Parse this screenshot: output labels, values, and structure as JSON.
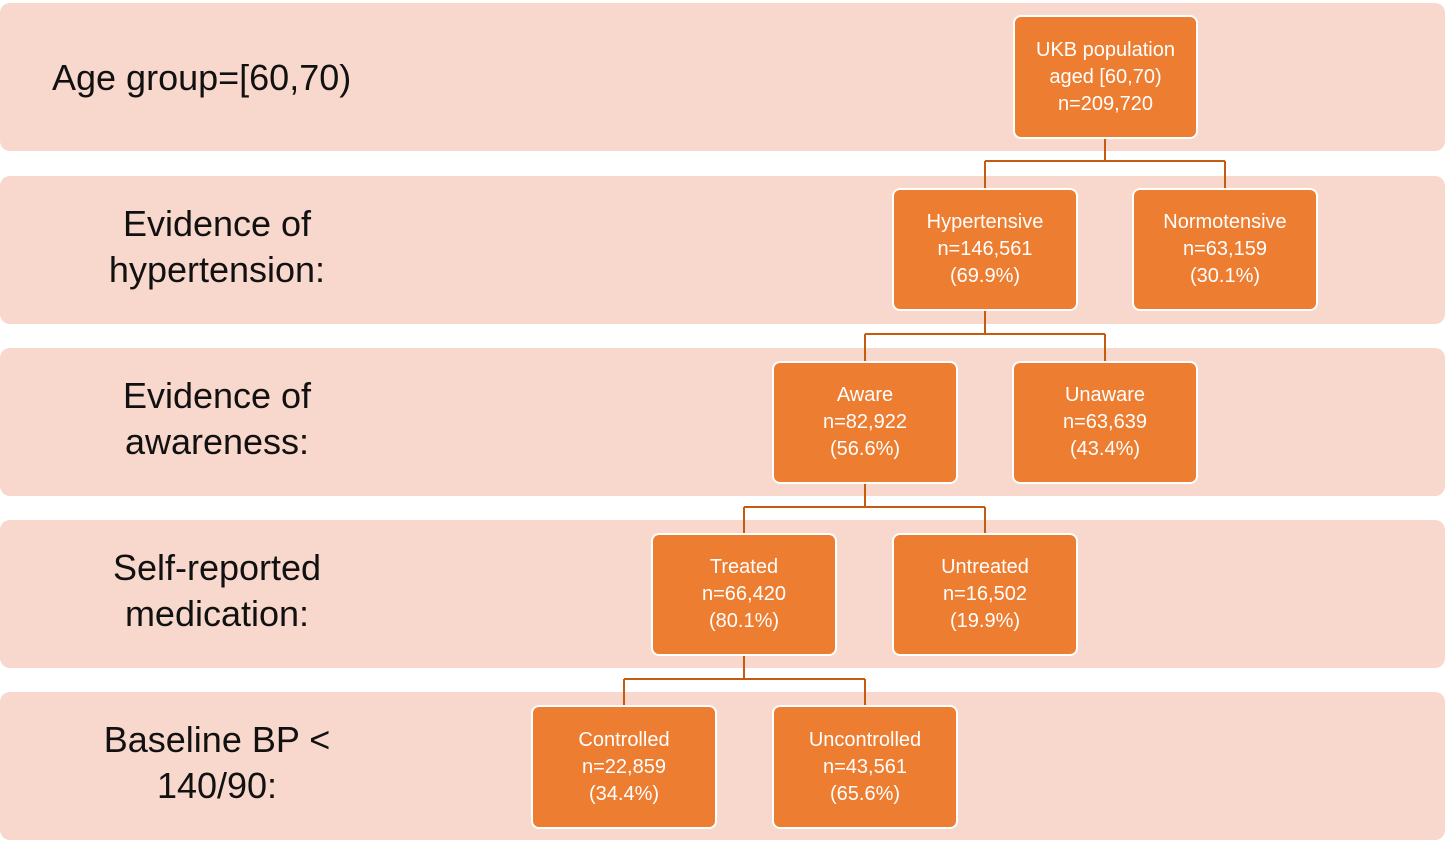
{
  "levels": [
    {
      "label_line1": "Age group=[60,70)",
      "label_line2": ""
    },
    {
      "label_line1": "Evidence of",
      "label_line2": "hypertension:"
    },
    {
      "label_line1": "Evidence of",
      "label_line2": "awareness:"
    },
    {
      "label_line1": "Self-reported",
      "label_line2": "medication:"
    },
    {
      "label_line1": "Baseline BP <",
      "label_line2": "140/90:"
    }
  ],
  "nodes": {
    "root": {
      "line1": "UKB population",
      "line2": "aged [60,70)",
      "line3": "n=209,720"
    },
    "hypertensive": {
      "line1": "Hypertensive",
      "line2": "n=146,561",
      "line3": "(69.9%)"
    },
    "normotensive": {
      "line1": "Normotensive",
      "line2": "n=63,159",
      "line3": "(30.1%)"
    },
    "aware": {
      "line1": "Aware",
      "line2": "n=82,922",
      "line3": "(56.6%)"
    },
    "unaware": {
      "line1": "Unaware",
      "line2": "n=63,639",
      "line3": "(43.4%)"
    },
    "treated": {
      "line1": "Treated",
      "line2": "n=66,420",
      "line3": "(80.1%)"
    },
    "untreated": {
      "line1": "Untreated",
      "line2": "n=16,502",
      "line3": "(19.9%)"
    },
    "controlled": {
      "line1": "Controlled",
      "line2": "n=22,859",
      "line3": "(34.4%)"
    },
    "uncontrolled": {
      "line1": "Uncontrolled",
      "line2": "n=43,561",
      "line3": "(65.6%)"
    }
  },
  "colors": {
    "band_fill": "#f8d7cc",
    "node_fill": "#ed7d31",
    "node_text": "#ffffff",
    "connector": "#c55a11",
    "label_text": "#111111"
  }
}
